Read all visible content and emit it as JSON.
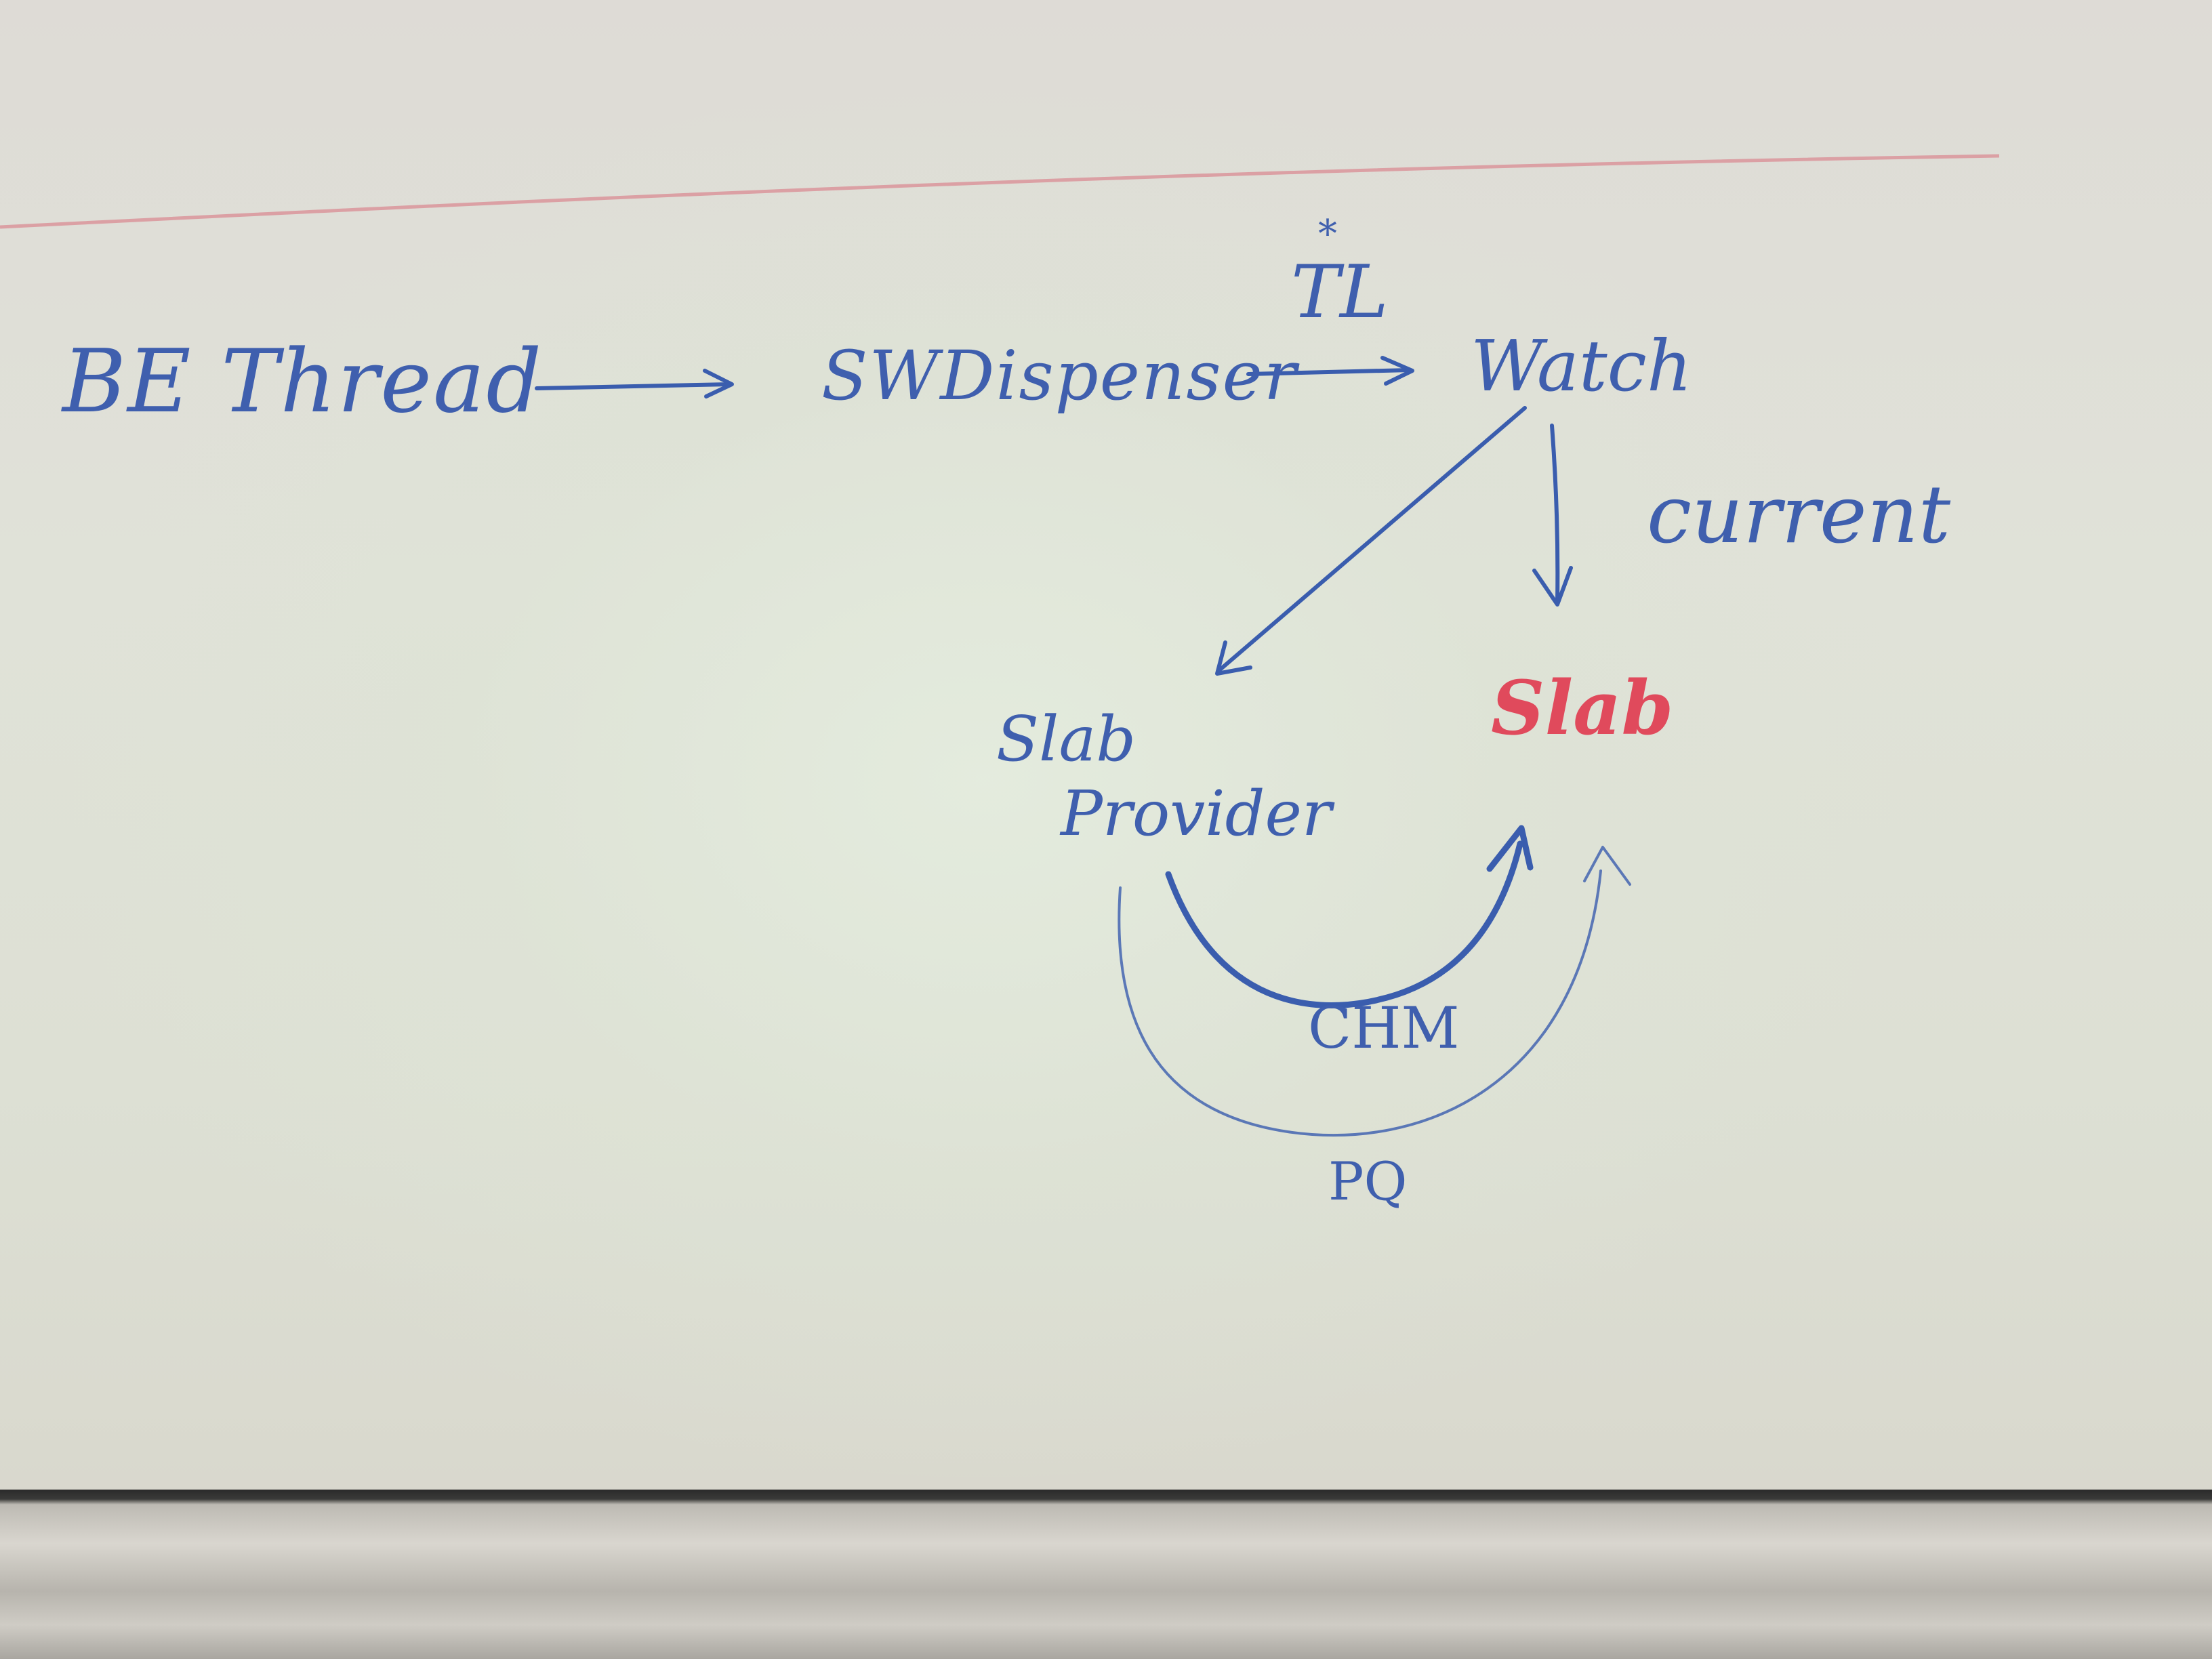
{
  "diagram": {
    "nodes": {
      "be_thread": "BE Thread",
      "sw_dispenser": "SWDispenser",
      "watch": "Watch",
      "slab_provider_line1": "Slab",
      "slab_provider_line2": "Provider",
      "slab": "Slab"
    },
    "edge_labels": {
      "tl": "TL",
      "tl_mark": "*",
      "current": "current",
      "chm": "CHM",
      "pq": "PQ"
    },
    "edges": [
      {
        "from": "BE Thread",
        "to": "SWDispenser"
      },
      {
        "from": "SWDispenser",
        "to": "Watch",
        "label": "TL"
      },
      {
        "from": "Watch",
        "to": "Slab Provider"
      },
      {
        "from": "Watch",
        "to": "Slab",
        "label": "current"
      },
      {
        "from": "Slab Provider",
        "to": "Slab",
        "label": "CHM"
      },
      {
        "from": "Slab Provider",
        "to": "Slab",
        "label": "PQ"
      }
    ],
    "colors": {
      "marker_blue": "#3a5dae",
      "marker_red": "#e04a5c",
      "top_red_line": "#d98b93"
    }
  }
}
